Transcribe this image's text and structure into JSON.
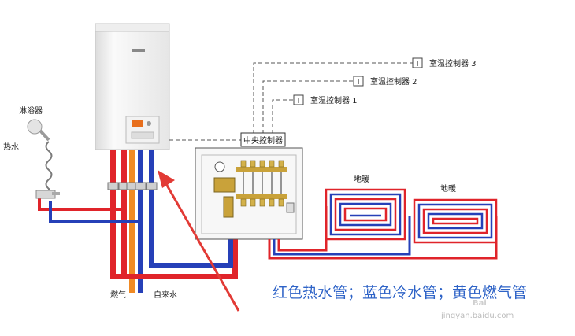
{
  "labels": {
    "shower": "淋浴器",
    "hot_water": "热水",
    "gas": "燃气",
    "tap_water": "自来水",
    "central_controller": "中央控制器",
    "thermostat_1": "室温控制器 1",
    "thermostat_2": "室温控制器 2",
    "thermostat_3": "室温控制器 3",
    "floor_heating_1": "地暖",
    "floor_heating_2": "地暖",
    "thermostat_symbol": "T"
  },
  "caption": "红色热水管；蓝色冷水管；黄色燃气管",
  "watermark": {
    "brand": "Bai",
    "site": "jingyan.baidu.com"
  },
  "colors": {
    "hot_pipe": "#e0242a",
    "cold_pipe": "#2640b8",
    "gas_pipe": "#f08a24",
    "arrow": "#e23a35",
    "caption": "#2e63c7"
  }
}
